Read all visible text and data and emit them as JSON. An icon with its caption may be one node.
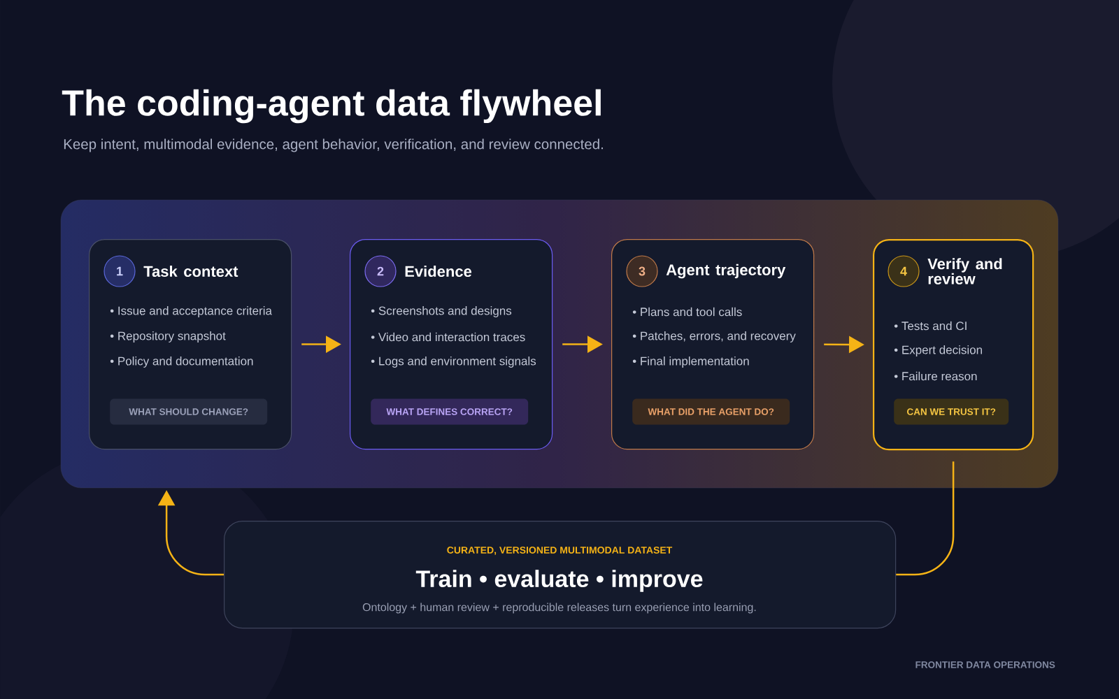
{
  "diagram": {
    "title": "The coding-agent data flywheel",
    "nodes": [
      {
        "text": [
          "1",
          "Task context",
          "• Issue and acceptance criteria",
          "• Repository snapshot",
          "• Policy and documentation",
          "WHAT SHOULD CHANGE?"
        ]
      },
      {
        "text": [
          "2",
          "Evidence",
          "• Screenshots and designs",
          "• Video and interaction traces",
          "• Logs and environment signals",
          "WHAT DEFINES CORRECT?"
        ]
      },
      {
        "text": [
          "3",
          "Agent trajectory",
          "• Plans and tool calls",
          "• Patches, errors, and recovery",
          "• Final implementation",
          "WHAT DID THE AGENT DO?"
        ]
      },
      {
        "text": [
          "4",
          "Verify and review",
          "• Tests and CI",
          "• Expert decision",
          "• Failure reason",
          "CAN WE TRUST IT?"
        ]
      },
      {
        "text": [
          "CURATED, VERSIONED MULTIMODAL DATASET",
          "Train • evaluate • improve",
          "Ontology + human review + reproducible releases turn experience into learning."
        ]
      }
    ],
    "edges": [
      {
        "from": 0,
        "to": 1,
        "arrow": "to"
      },
      {
        "from": 1,
        "to": 2,
        "arrow": "to"
      },
      {
        "from": 2,
        "to": 3,
        "arrow": "to"
      },
      {
        "from": 3,
        "to": 4,
        "arrow": "none"
      },
      {
        "from": 4,
        "to": null,
        "arrow": "to"
      }
    ],
    "labels": [
      "Keep intent, multimodal evidence, agent behavior, verification, and review connected.",
      "FRONTIER DATA OPERATIONS"
    ]
  }
}
